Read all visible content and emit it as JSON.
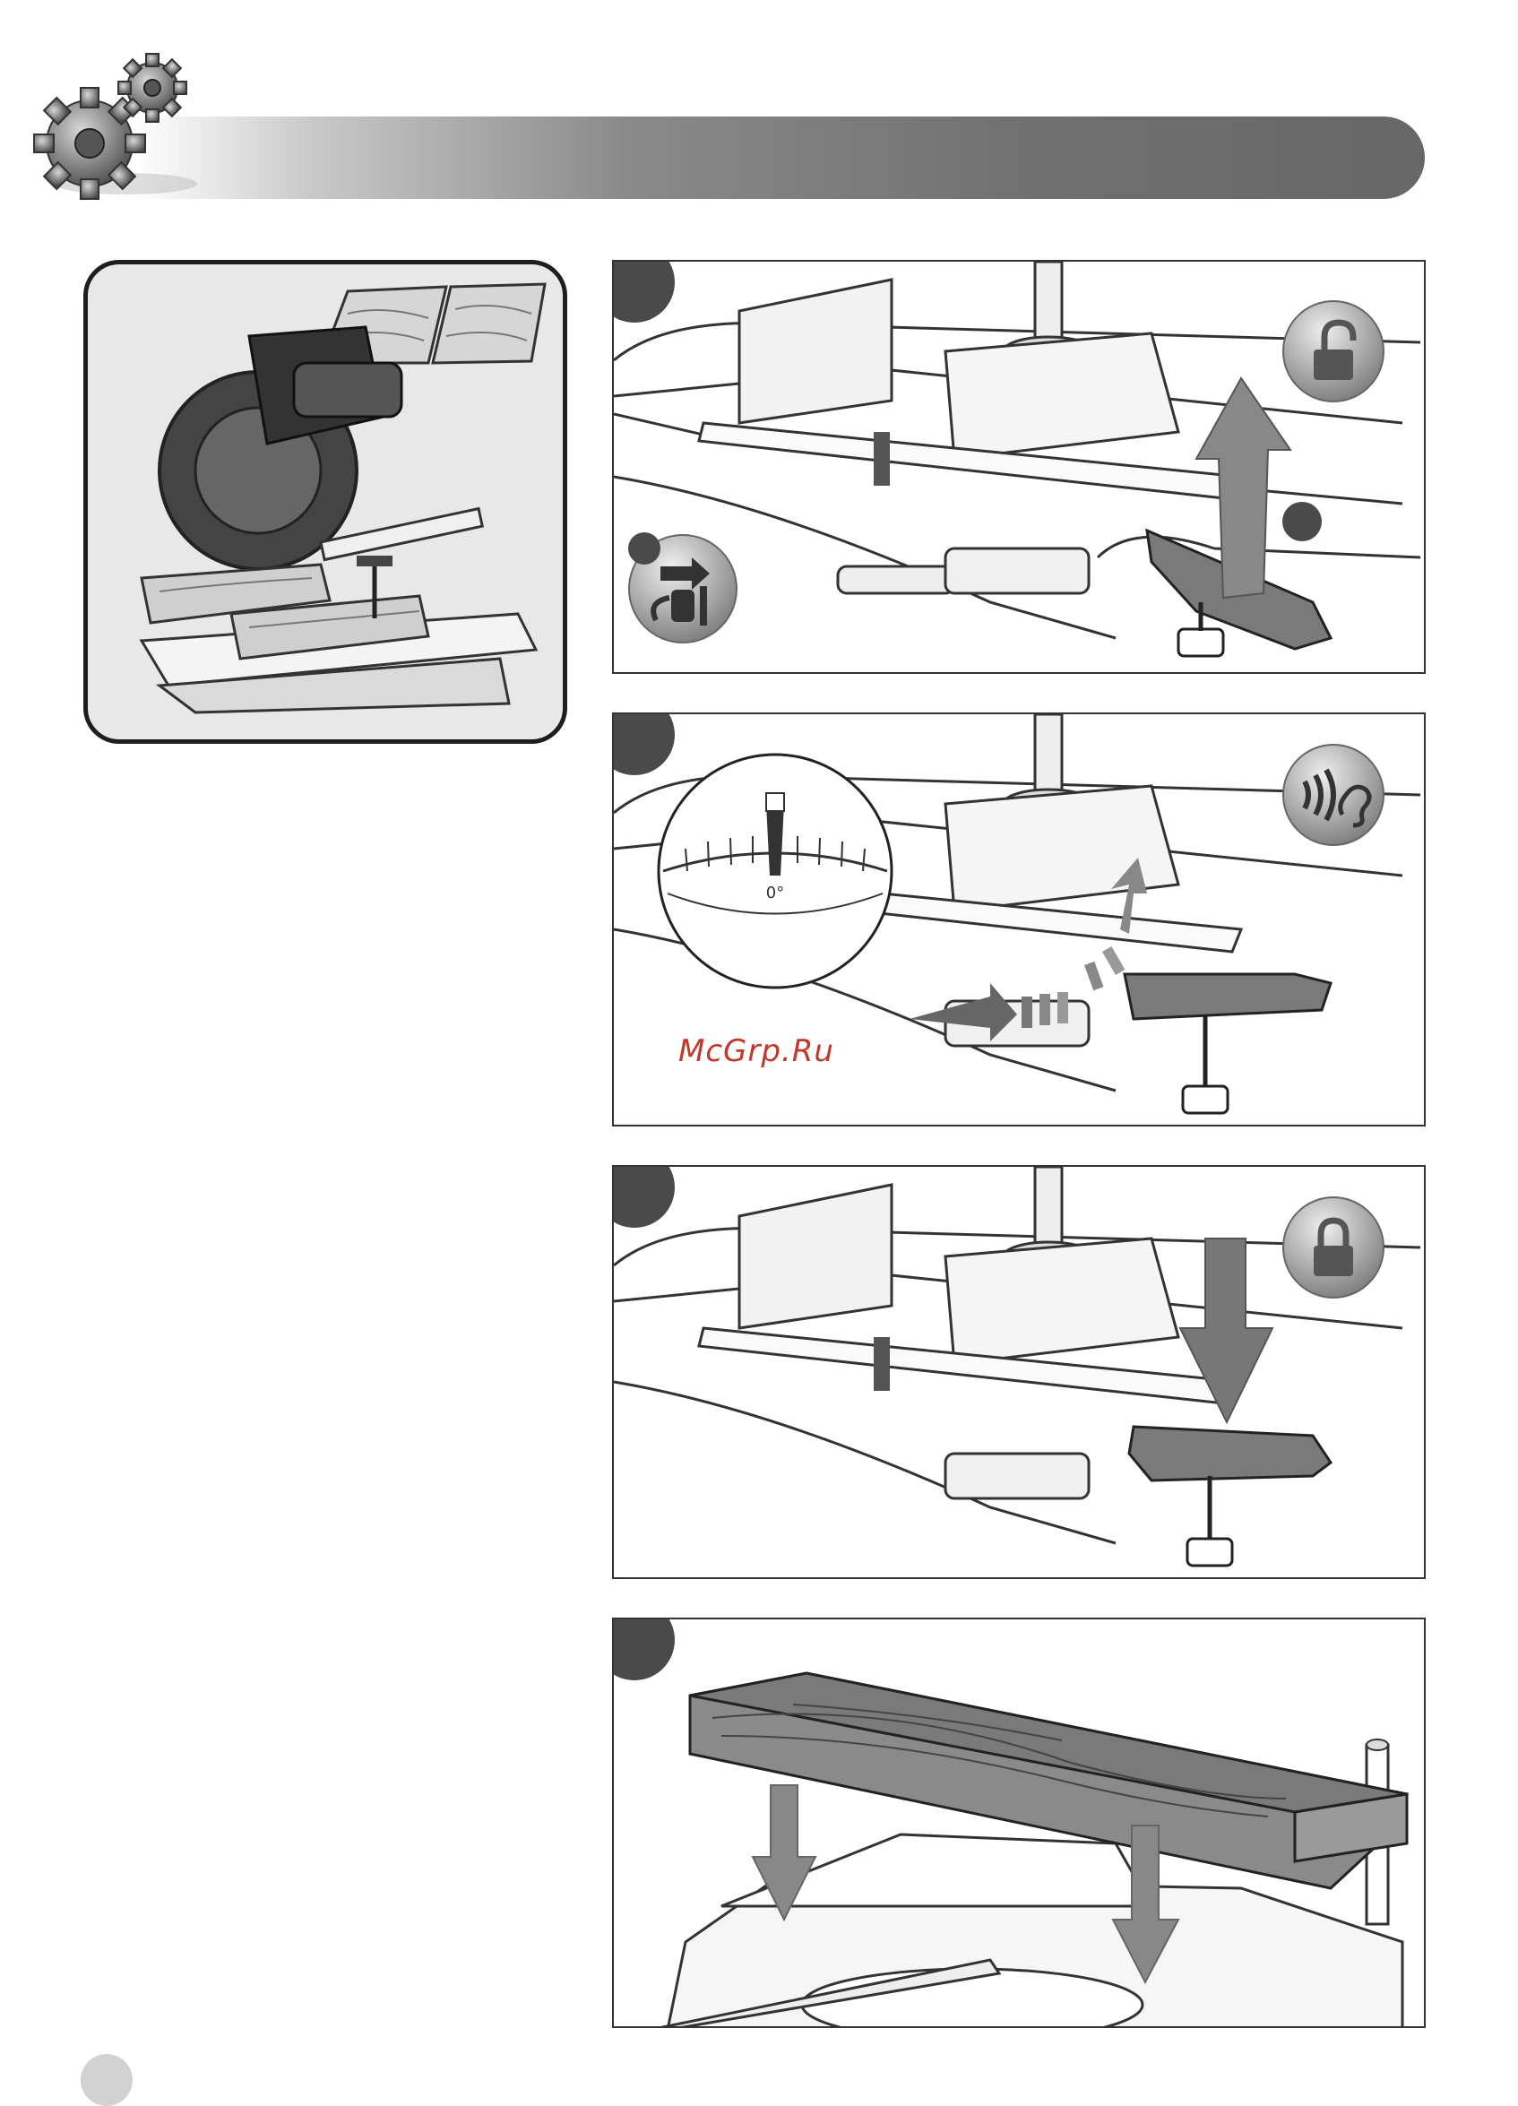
{
  "header": {
    "color": "#6f6f6f"
  },
  "watermark": {
    "text": "McGrp.Ru",
    "color": "#c0392b"
  },
  "steps": [
    {
      "id": 1,
      "icons": [
        "unplug-icon",
        "unlock-icon",
        "arrow-up-icon"
      ]
    },
    {
      "id": 2,
      "icons": [
        "listen-click-icon",
        "angle-scale-icon"
      ],
      "scale_label": "0°"
    },
    {
      "id": 3,
      "icons": [
        "lock-icon",
        "arrow-down-icon"
      ]
    },
    {
      "id": 4,
      "icons": [
        "arrow-down-icon",
        "wood-board-icon"
      ]
    }
  ],
  "overview": {
    "icons": [
      "miter-saw-icon",
      "wood-boards-icon"
    ]
  }
}
